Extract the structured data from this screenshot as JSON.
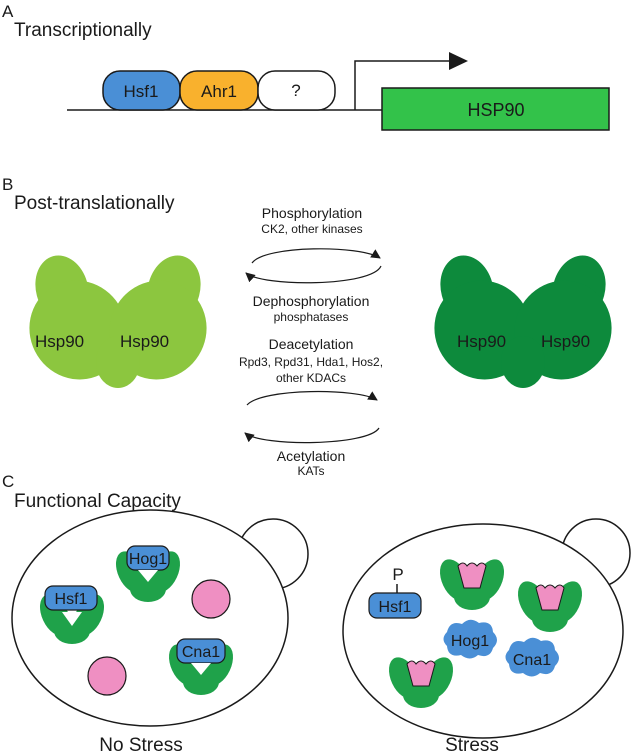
{
  "colors": {
    "hsf1_blue": "#4a8fd6",
    "ahr1_orange": "#f9b12d",
    "hsp90_gene_green": "#33c24a",
    "hsp90_light_green": "#8cc63f",
    "hsp90_dark_green": "#0d8a3c",
    "chaperone_green": "#1fa24a",
    "client_pink": "#ef8fc2"
  },
  "panel_a": {
    "letter": "A",
    "title": "Transcriptionally",
    "boxes": {
      "hsf1": "Hsf1",
      "ahr1": "Ahr1",
      "unknown": "?"
    },
    "gene": "HSP90"
  },
  "panel_b": {
    "letter": "B",
    "title": "Post-translationally",
    "left_dimer": {
      "left": "Hsp90",
      "right": "Hsp90"
    },
    "right_dimer": {
      "left": "Hsp90",
      "right": "Hsp90"
    },
    "phosphorylation": {
      "title": "Phosphorylation",
      "enzymes": "CK2, other kinases"
    },
    "dephosphorylation": {
      "title": "Dephosphorylation",
      "enzymes": "phosphatases"
    },
    "deacetylation": {
      "title": "Deacetylation",
      "enzymes_line1": "Rpd3, Rpd31, Hda1, Hos2,",
      "enzymes_line2": "other KDACs"
    },
    "acetylation": {
      "title": "Acetylation",
      "enzymes": "KATs"
    }
  },
  "panel_c": {
    "letter": "C",
    "title": "Functional Capacity",
    "no_stress": {
      "label": "No Stress",
      "clients": {
        "hog1": "Hog1",
        "hsf1": "Hsf1",
        "cna1": "Cna1"
      }
    },
    "stress": {
      "label": "Stress",
      "phospho": "P",
      "clients": {
        "hsf1": "Hsf1",
        "hog1": "Hog1",
        "cna1": "Cna1"
      }
    }
  }
}
